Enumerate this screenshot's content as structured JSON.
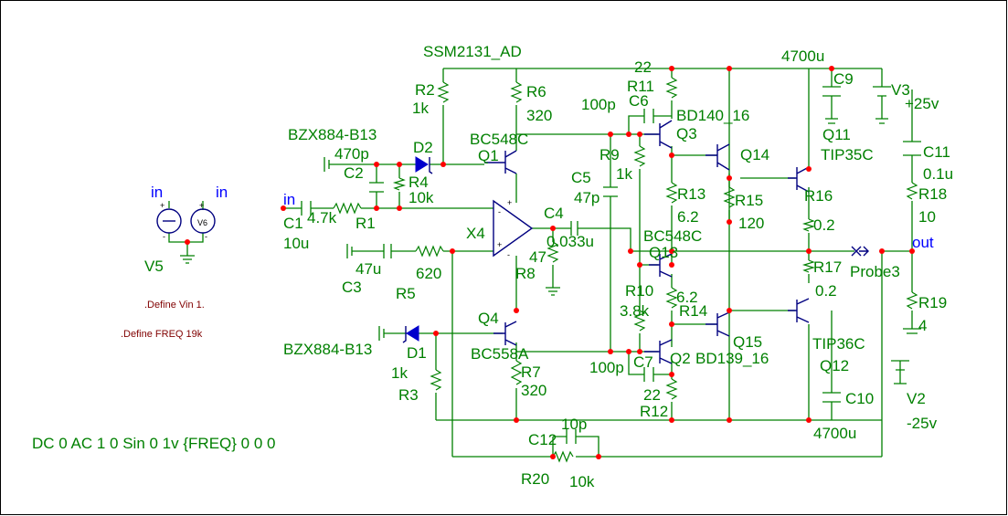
{
  "labels": {
    "ssm": "SSM2131_AD",
    "r2": "R2",
    "r2v": "1k",
    "r6": "R6",
    "r6v": "320",
    "c6v": "100p",
    "c6": "C6",
    "r11v": "22",
    "r11": "R11",
    "bd140": "BD140_16",
    "q3": "Q3",
    "c9v": "4700u",
    "c9": "C9",
    "v3": "V3",
    "v3v": "+25v",
    "bzx_top": "BZX884-B13",
    "c2v": "470p",
    "c2": "C2",
    "d2": "D2",
    "q1lbl": "BC548C",
    "q1": "Q1",
    "r4": "R4",
    "r4v": "10k",
    "r9": "R9",
    "r9v": "1k",
    "c5": "C5",
    "c5v": "47p",
    "q14": "Q14",
    "q11": "Q11",
    "tip35": "TIP35C",
    "c11": "C11",
    "c11v": "0.1u",
    "in1": "in",
    "c1": "C1",
    "c1v": "10u",
    "r1v": "4.7k",
    "r1": "R1",
    "x4": "X4",
    "c4": "C4",
    "c4v": "0.033u",
    "r13": "R13",
    "r13v": "6.2",
    "r15": "R15",
    "r15v": "120",
    "r16": "R16",
    "r16v": "0.2",
    "r18": "R18",
    "r18v": "10",
    "bc548c2": "BC548C",
    "q13": "Q13",
    "c3v": "47u",
    "c3": "C3",
    "r5v": "620",
    "r5": "R5",
    "r8v": "47",
    "r8": "R8",
    "r10": "R10",
    "r10v": "3.8k",
    "r14v": "6.2",
    "r14": "R14",
    "r17": "R17",
    "r17v": "0.2",
    "probe": "Probe3",
    "out": "out",
    "r19": "R19",
    "r19v": "4",
    "q4": "Q4",
    "bzx_bot": "BZX884-B13",
    "d1": "D1",
    "bc558": "BC558A",
    "c7": "C7",
    "c7v": "100p",
    "q2": "Q2",
    "bd139": "BD139_16",
    "q15": "Q15",
    "tip36": "TIP36C",
    "q12": "Q12",
    "r3v": "1k",
    "r3": "R3",
    "r7": "R7",
    "r7v": "320",
    "r12v": "22",
    "r12": "R12",
    "c10": "C10",
    "v2": "V2",
    "v2v": "-25v",
    "c10v": "4700u",
    "c12v": "10p",
    "c12": "C12",
    "r20": "R20",
    "r20v": "10k",
    "in2": "in",
    "in3": "in",
    "v5": "V5",
    "v6": "V6",
    "def1": ".Define Vin 1.",
    "def2": ".Define FREQ 19k",
    "source": "DC 0 AC 1 0 Sin 0 1v {FREQ} 0 0 0"
  },
  "colors": {
    "wire": "#008000",
    "node": "#ff0000",
    "component": "#0000cc",
    "directive": "#800000"
  }
}
